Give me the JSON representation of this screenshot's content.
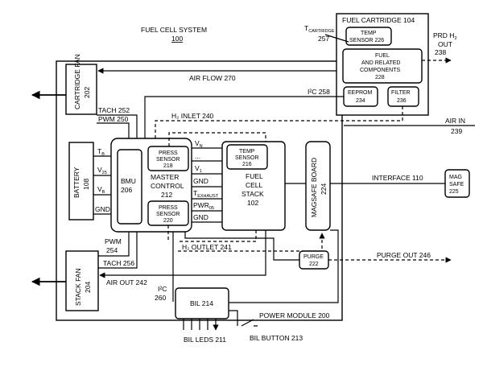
{
  "title": {
    "line1": "FUEL CELL SYSTEM",
    "line2": "100"
  },
  "fuel_cartridge": {
    "title": "FUEL CARTRIDGE 104",
    "t_cartridge_label": "T",
    "t_cartridge_sub": "CARTRIDGE",
    "t_cartridge_ref": "257",
    "temp_sensor": [
      "TEMP",
      "SENSOR 226"
    ],
    "fuel_components": [
      "FUEL",
      "AND RELATED",
      "COMPONENTS",
      "228"
    ],
    "eeprom": [
      "EEPROM",
      "234"
    ],
    "filter": [
      "FILTER",
      "236"
    ],
    "prd_out": [
      "PRD H",
      "OUT",
      "238"
    ],
    "prd_sub": "2"
  },
  "signals": {
    "cartridge_fan": "CARTRIDGE FAN",
    "cartridge_fan_ref": "202",
    "air_flow": "AIR FLOW 270",
    "i2c_258": "I²C 258",
    "tach_252": "TACH 252",
    "pwm_250": "PWM 250",
    "h2_inlet": "H₂ INLET 240",
    "air_in": [
      "AIR IN",
      "239"
    ],
    "interface": "INTERFACE 110",
    "h2_outlet": "H₂ OUTLET 241",
    "pwm_254": [
      "PWM",
      "254"
    ],
    "tach_256": "TACH 256",
    "air_out": "AIR OUT 242",
    "purge_out": "PURGE OUT 246",
    "i2c_260": [
      "I²C",
      "260"
    ],
    "power_module": "POWER MODULE 200",
    "bil_leds": "BIL LEDS 211",
    "bil_button": "BIL BUTTON 213"
  },
  "battery": {
    "label": "BATTERY",
    "ref": "108",
    "pins": [
      "T",
      "V",
      "V",
      "GND"
    ],
    "pin_subs": [
      "B",
      "25",
      "B",
      ""
    ]
  },
  "bmu": {
    "label": "BMU",
    "ref": "206"
  },
  "master_control": {
    "label": [
      "MASTER",
      "CONTROL",
      "212"
    ]
  },
  "press_sensor_218": [
    "PRESS",
    "SENSOR",
    "218"
  ],
  "press_sensor_220": [
    "PRESS",
    "SENSOR",
    "220"
  ],
  "stack_pins": [
    "V",
    "...",
    "V",
    "GND",
    "T",
    "PWR",
    "GND"
  ],
  "stack_pin_subs": [
    "N",
    "",
    "1",
    "",
    "EXHAUST",
    "05",
    ""
  ],
  "temp_sensor_216": [
    "TEMP",
    "SENSOR",
    "216"
  ],
  "fuel_cell_stack": [
    "FUEL",
    "CELL",
    "STACK",
    "102"
  ],
  "magsafe_board": {
    "label": "MAGSAFE BOARD",
    "ref": "224"
  },
  "mag_safe": [
    "MAG",
    "SAFE",
    "225"
  ],
  "purge": [
    "PURGE",
    "222"
  ],
  "stack_fan": {
    "label": "STACK FAN",
    "ref": "204"
  },
  "bil": "BIL 214"
}
